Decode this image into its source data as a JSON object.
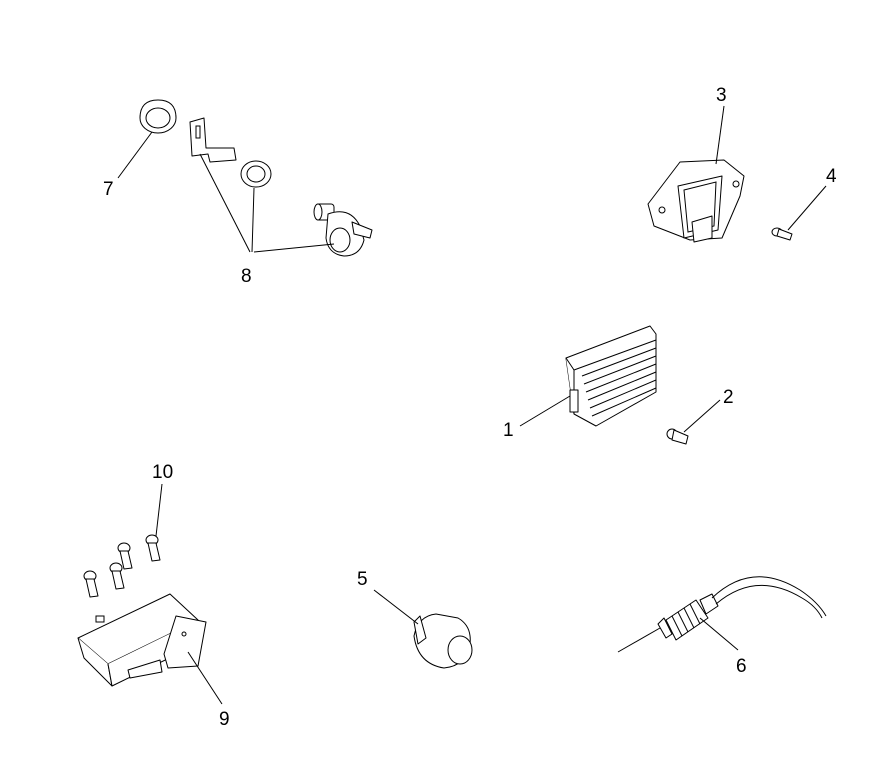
{
  "diagram": {
    "callouts": [
      {
        "id": "1",
        "text": "1"
      },
      {
        "id": "2",
        "text": "2"
      },
      {
        "id": "3",
        "text": "3"
      },
      {
        "id": "4",
        "text": "4"
      },
      {
        "id": "5",
        "text": "5"
      },
      {
        "id": "6",
        "text": "6"
      },
      {
        "id": "7",
        "text": "7"
      },
      {
        "id": "8",
        "text": "8"
      },
      {
        "id": "9",
        "text": "9"
      },
      {
        "id": "10",
        "text": "10"
      }
    ]
  }
}
